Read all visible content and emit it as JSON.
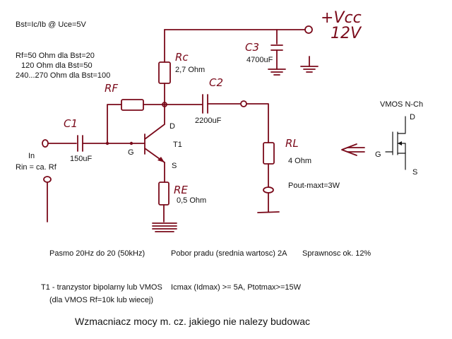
{
  "notes": {
    "bst_def": "Bst=Ic/Ib @ Uce=5V",
    "rf_line1": "Rf=50 Ohm dla Bst=20",
    "rf_line2": "120 Ohm dla Bst=50",
    "rf_line3": "240...270 Ohm dla Bst=100"
  },
  "labels": {
    "vcc": "+Vcc",
    "vcc_value": "12V",
    "c3_name": "C3",
    "c3_value": "4700uF",
    "rc_name": "Rc",
    "rc_value": "2,7  Ohm",
    "rf_name": "RF",
    "c2_name": "C2",
    "c2_value": "2200uF",
    "c1_name": "C1",
    "c1_value": "150uF",
    "drain": "D",
    "gate": "G",
    "t1": "T1",
    "source": "S",
    "re_name": "RE",
    "re_value": "0,5  Ohm",
    "rl_name": "RL",
    "rl_value": "4  Ohm",
    "pout": "Pout-maxt=3W",
    "input": "In",
    "rin": "Rin = ca. Rf"
  },
  "vmos": {
    "title": "VMOS N-Ch",
    "drain": "D",
    "gate": "G",
    "source": "S"
  },
  "specs": {
    "band": "Pasmo 20Hz do 20 (50kHz)",
    "current": "Pobor pradu (srednia wartosc) 2A",
    "efficiency": "Sprawnosc ok. 12%",
    "t1_line": "T1 - tranzystor bipolarny lub VMOS    Icmax (Idmax) >= 5A, Ptotmax>=15W",
    "vmos_note": "(dla VMOS Rf=10k lub wiecej)"
  },
  "title": "Wzmacniacz mocy m. cz. jakiego nie nalezy budowac",
  "colors": {
    "ink": "#7a0a1a",
    "text": "#111111",
    "background": "#ffffff"
  }
}
